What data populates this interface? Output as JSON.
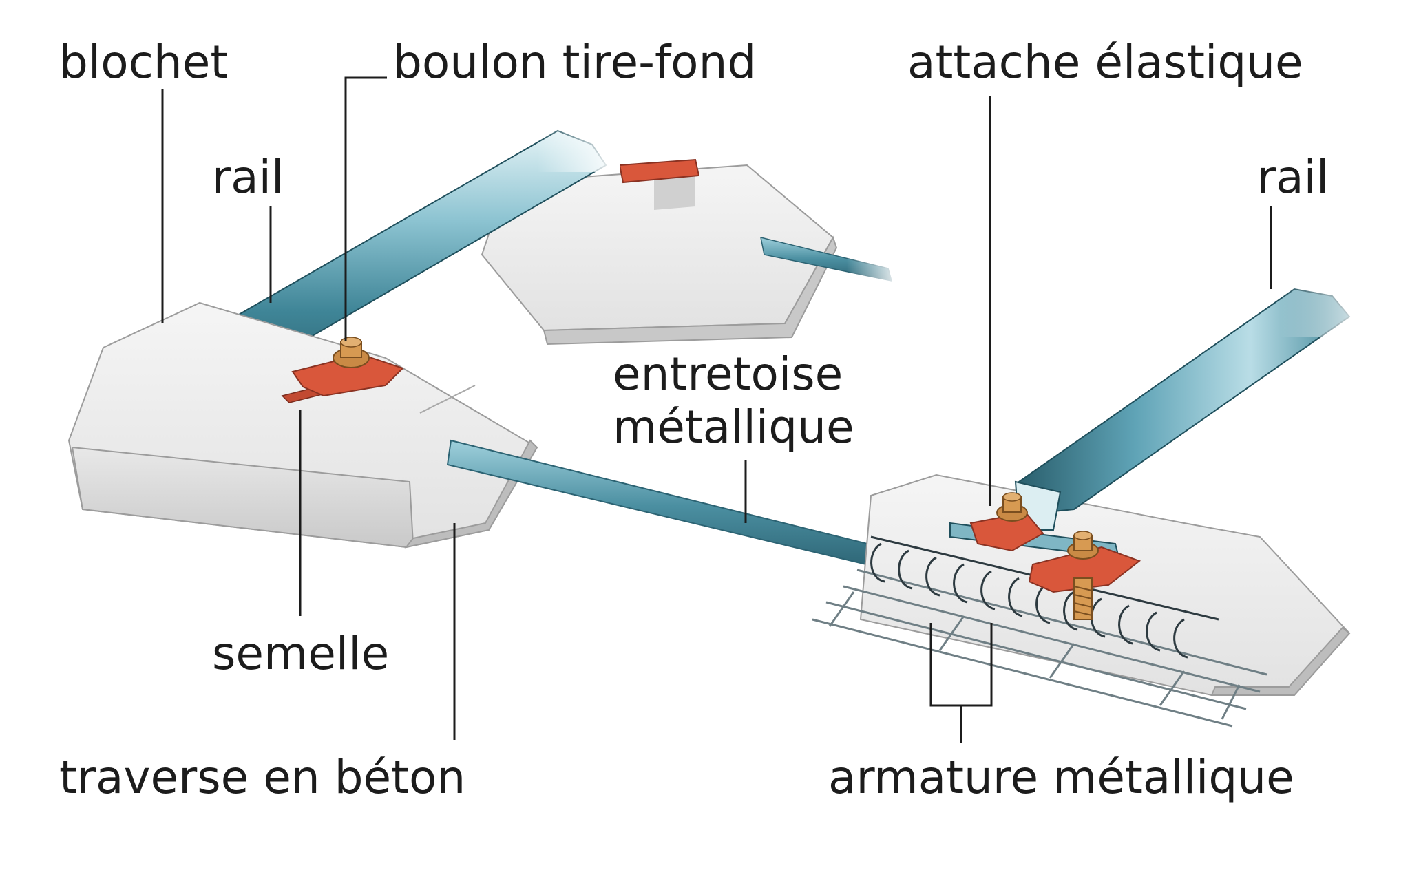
{
  "labels": {
    "blochet": "blochet",
    "boulon_tire_fond": "boulon tire-fond",
    "attache_elastique": "attache élastique",
    "rail_left": "rail",
    "rail_right": "rail",
    "entretoise_line1": "entretoise",
    "entretoise_line2": "métallique",
    "semelle": "semelle",
    "traverse_en_beton": "traverse en béton",
    "armature_metallique": "armature métallique"
  },
  "colors": {
    "concrete_light": "#efefef",
    "concrete_mid": "#d9d9d9",
    "concrete_shadow": "#b8b8b8",
    "steel_light": "#cfe8ee",
    "steel_mid": "#5fa3b6",
    "steel_dark": "#2f6f80",
    "fastener_red": "#d9573b",
    "bolt_bronze": "#c98a45",
    "leader_line": "#1c1c1c"
  }
}
